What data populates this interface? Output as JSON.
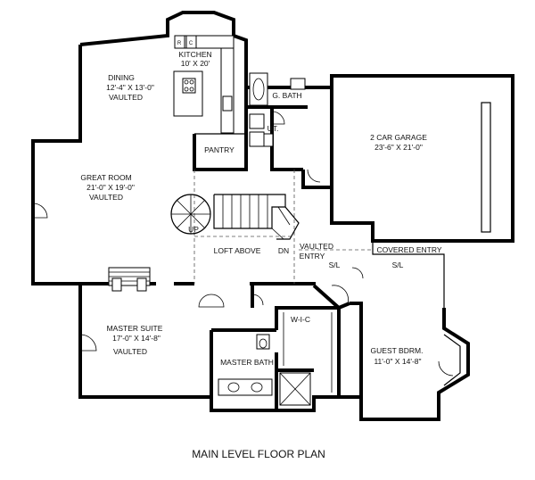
{
  "plan": {
    "title": "MAIN LEVEL FLOOR PLAN",
    "rooms": {
      "kitchen": {
        "name": "KITCHEN",
        "size": "10' X 20'"
      },
      "dining": {
        "name": "DINING",
        "size": "12'-4\" X 13'-0\"",
        "note": "VAULTED"
      },
      "g_bath": {
        "name": "G. BATH"
      },
      "ut": {
        "name": "UT."
      },
      "pantry": {
        "name": "PANTRY"
      },
      "garage": {
        "name": "2 CAR GARAGE",
        "size": "23'-6\" X 21'-0\""
      },
      "great_room": {
        "name": "GREAT ROOM",
        "size": "21'-0\" X 19'-0\"",
        "note": "VAULTED"
      },
      "loft": {
        "name": "LOFT ABOVE"
      },
      "vaulted_entry": {
        "line1": "VAULTED",
        "line2": "ENTRY"
      },
      "covered_entry": {
        "name": "COVERED ENTRY"
      },
      "master_suite": {
        "name": "MASTER SUITE",
        "size": "17'-0\" X 14'-8\"",
        "note": "VAULTED"
      },
      "wic": {
        "name": "W-I-C"
      },
      "master_bath": {
        "name": "MASTER BATH"
      },
      "guest_bdrm": {
        "name": "GUEST BDRM.",
        "size": "11'-0\" X 14'-8\""
      }
    },
    "marks": {
      "up": "UP",
      "dn": "DN",
      "sl_left": "S/L",
      "sl_right": "S/L",
      "appliance_r": "R",
      "appliance_c": "C"
    }
  }
}
